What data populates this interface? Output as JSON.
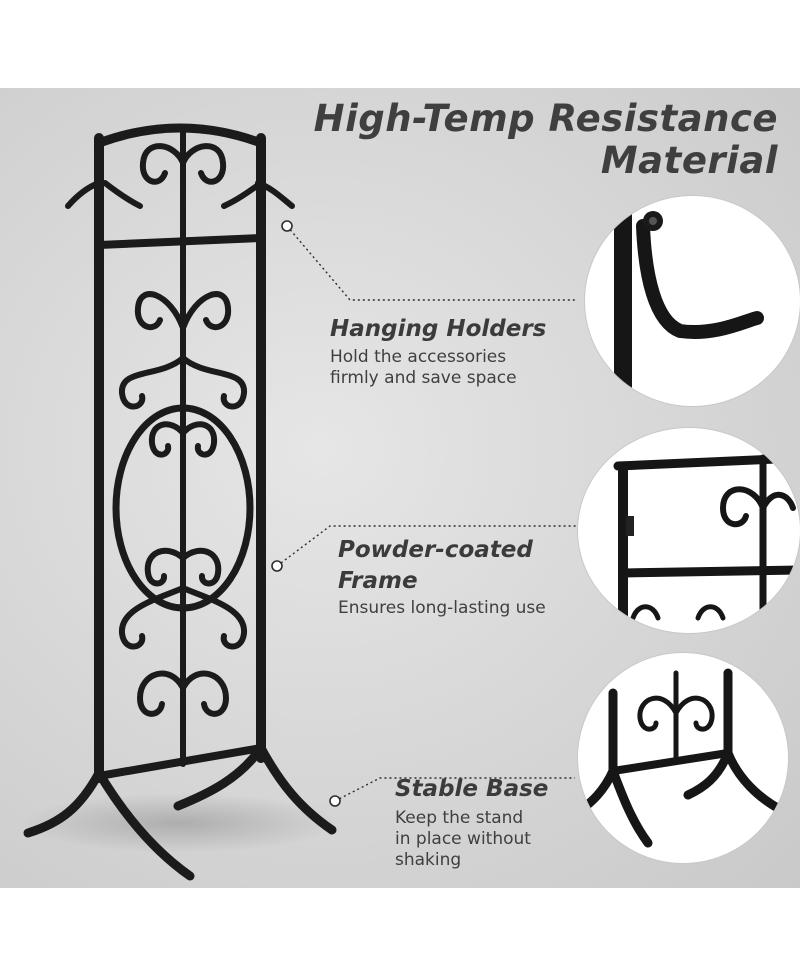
{
  "headline": {
    "line1": "High-Temp Resistance",
    "line2": "Material"
  },
  "features": [
    {
      "title": "Hanging Holders",
      "desc_lines": [
        "Hold the accessories",
        "firmly and save space"
      ]
    },
    {
      "title_lines": [
        "Powder-coated",
        "Frame"
      ],
      "desc_lines": [
        "Ensures long-lasting use"
      ]
    },
    {
      "title": "Stable Base",
      "desc_lines": [
        "Keep the stand",
        "in place without",
        "shaking"
      ]
    }
  ],
  "colors": {
    "background": "#d8d8d8",
    "text": "#3f3f3f",
    "metal": "#1a1a1a"
  }
}
